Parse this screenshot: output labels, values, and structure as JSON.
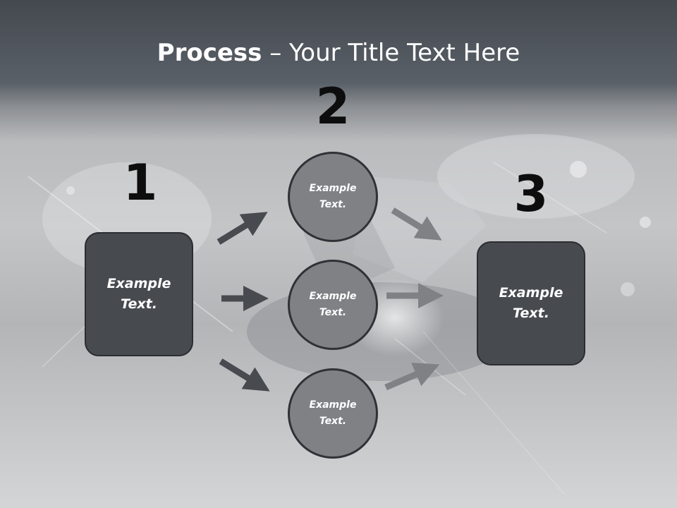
{
  "title": {
    "strong": "Process",
    "separator": " – ",
    "rest": "Your Title Text Here"
  },
  "steps": {
    "one": {
      "number": "1",
      "label_line1": "Example",
      "label_line2": "Text."
    },
    "two": {
      "number": "2",
      "circles": [
        {
          "label_line1": "Example",
          "label_line2": "Text."
        },
        {
          "label_line1": "Example",
          "label_line2": "Text."
        },
        {
          "label_line1": "Example",
          "label_line2": "Text."
        }
      ]
    },
    "three": {
      "number": "3",
      "label_line1": "Example",
      "label_line2": "Text."
    }
  },
  "colors": {
    "box_fill": "#474b50",
    "circle_fill": "#7f8185",
    "arrow_dark": "#474b50",
    "arrow_light": "#7f8185",
    "number": "#0d0d0d",
    "title": "#ffffff"
  }
}
